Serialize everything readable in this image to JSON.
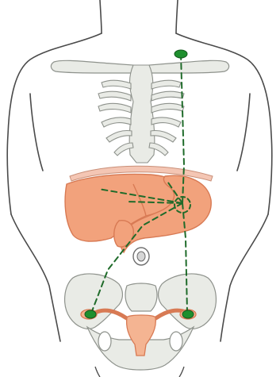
{
  "colors": {
    "background": "#ffffff",
    "outline": "#4a4a4a",
    "bone_fill": "#e9ebe6",
    "bone_stroke": "#8e928c",
    "organ_fill": "#f2a27c",
    "organ_stroke": "#d87a54",
    "uterus_fill": "#f4b492",
    "meridian": "#1f6b2a",
    "point": "#1e8f2e"
  },
  "icons": {
    "body": "human-torso-outline",
    "points": "acupoint-dot",
    "path": "dashed-meridian"
  }
}
